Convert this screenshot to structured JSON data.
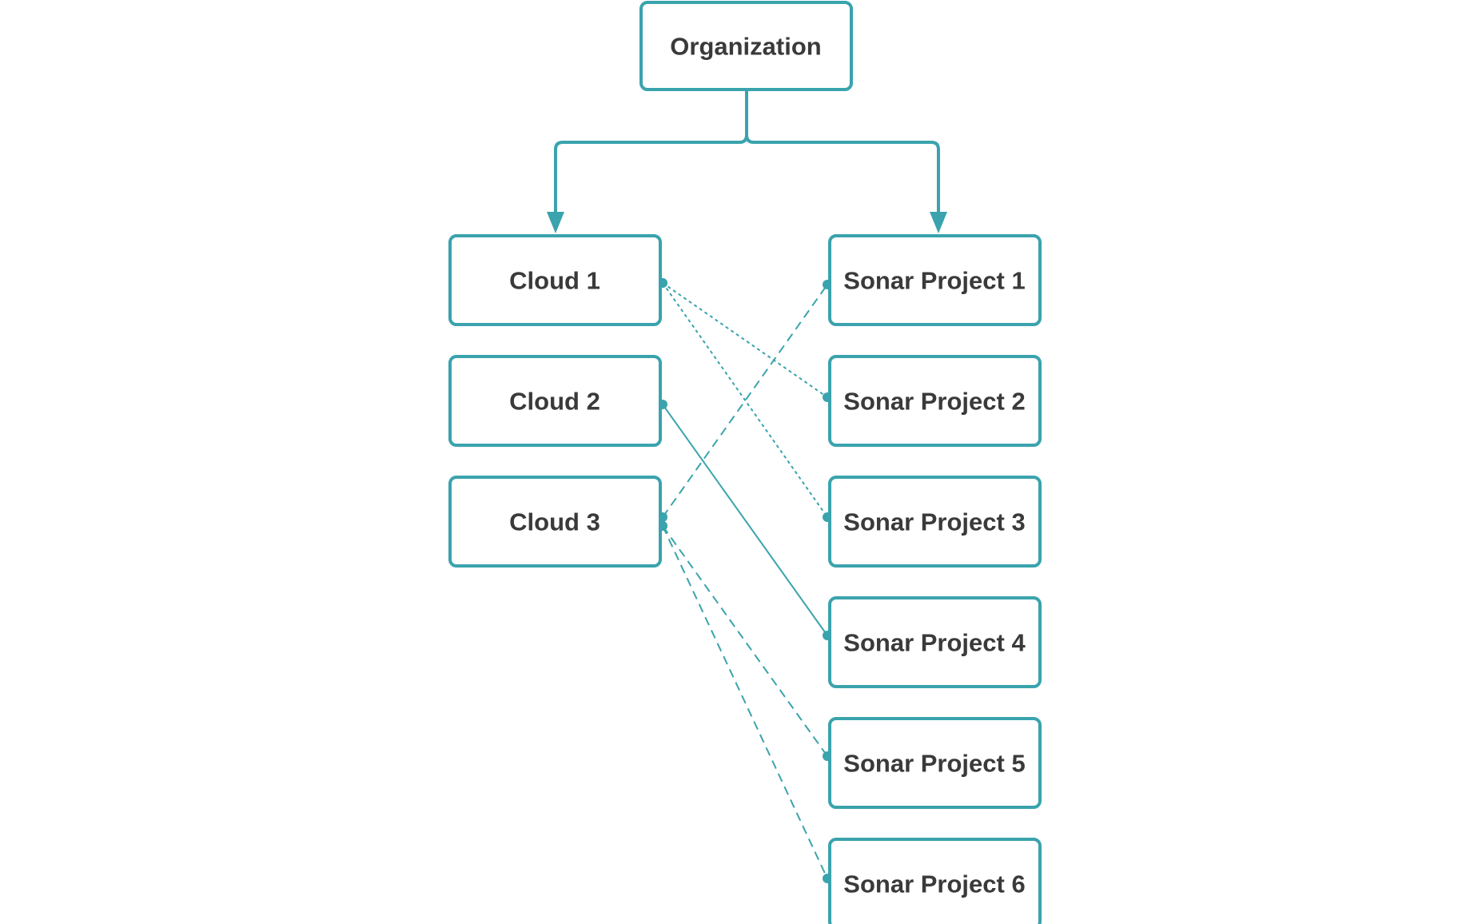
{
  "diagram": {
    "root": {
      "id": "org",
      "label": "Organization"
    },
    "clouds": [
      {
        "id": "c1",
        "label": "Cloud 1"
      },
      {
        "id": "c2",
        "label": "Cloud 2"
      },
      {
        "id": "c3",
        "label": "Cloud 3"
      }
    ],
    "projects": [
      {
        "id": "p1",
        "label": "Sonar Project 1"
      },
      {
        "id": "p2",
        "label": "Sonar Project 2"
      },
      {
        "id": "p3",
        "label": "Sonar Project 3"
      },
      {
        "id": "p4",
        "label": "Sonar Project 4"
      },
      {
        "id": "p5",
        "label": "Sonar Project 5"
      },
      {
        "id": "p6",
        "label": "Sonar Project 6"
      }
    ],
    "hierarchy": [
      {
        "from": "org",
        "to": "c1"
      },
      {
        "from": "org",
        "to": "p1"
      }
    ],
    "links": [
      {
        "from": "c1",
        "to": "p2",
        "style": "dotted"
      },
      {
        "from": "c1",
        "to": "p3",
        "style": "dotted"
      },
      {
        "from": "c2",
        "to": "p4",
        "style": "solid"
      },
      {
        "from": "c3",
        "to": "p1",
        "style": "dashed"
      },
      {
        "from": "c3",
        "to": "p5",
        "style": "dashed"
      },
      {
        "from": "c3",
        "to": "p6",
        "style": "dashed"
      }
    ],
    "colors": {
      "accent": "#3aa3ad",
      "text": "#3a3a3a",
      "background": "#ffffff"
    }
  }
}
